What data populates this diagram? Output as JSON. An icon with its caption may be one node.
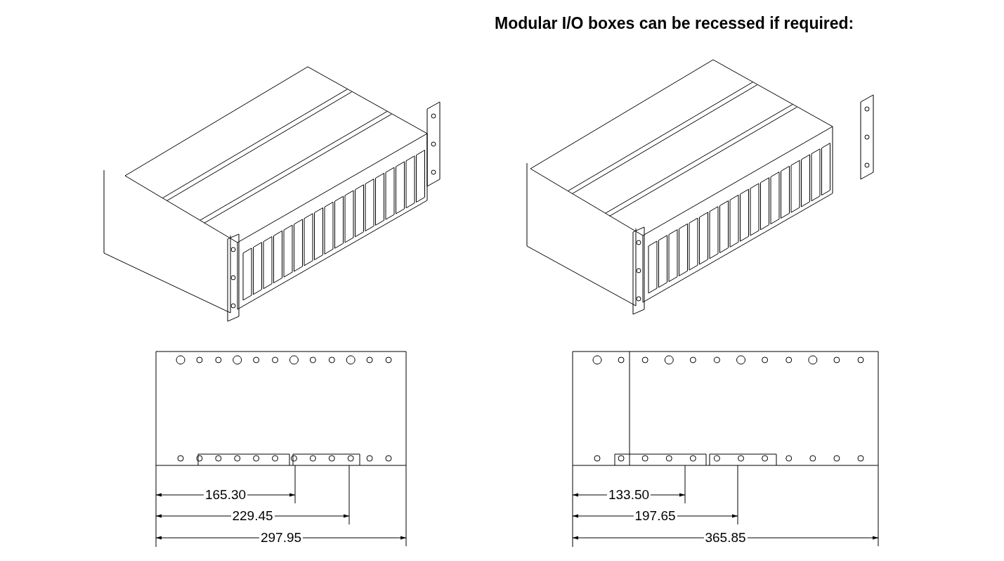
{
  "diagram": {
    "title": "Modular I/O boxes can be recessed if required:",
    "labels": [
      "165.30",
      "229.45",
      "297.95",
      "133.50",
      "197.65",
      "365.85"
    ]
  }
}
